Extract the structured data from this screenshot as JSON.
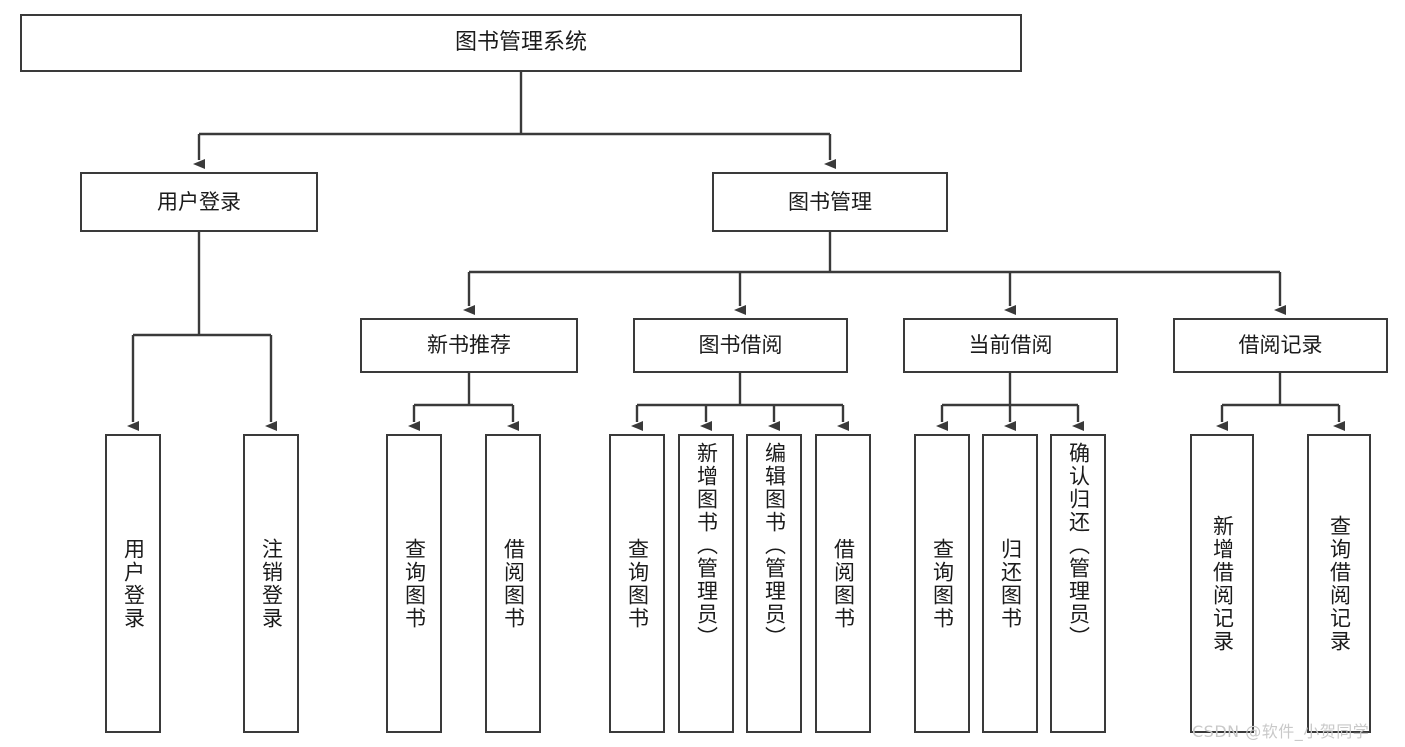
{
  "diagram": {
    "type": "tree",
    "title": "图书管理系统",
    "root": {
      "label": "图书管理系统"
    },
    "level2": [
      {
        "label": "用户登录"
      },
      {
        "label": "图书管理"
      }
    ],
    "level3": [
      {
        "label": "新书推荐"
      },
      {
        "label": "图书借阅"
      },
      {
        "label": "当前借阅"
      },
      {
        "label": "借阅记录"
      }
    ],
    "leaves": {
      "user_login": [
        {
          "label": "用户登录"
        },
        {
          "label": "注销登录"
        }
      ],
      "new_book_recommend": [
        {
          "label": "查询图书"
        },
        {
          "label": "借阅图书"
        }
      ],
      "book_borrow": [
        {
          "label": "查询图书"
        },
        {
          "label": "新增图书（管理员）"
        },
        {
          "label": "编辑图书（管理员）"
        },
        {
          "label": "借阅图书"
        }
      ],
      "current_borrow": [
        {
          "label": "查询图书"
        },
        {
          "label": "归还图书"
        },
        {
          "label": "确认归还（管理员）"
        }
      ],
      "borrow_record": [
        {
          "label": "新增借阅记录"
        },
        {
          "label": "查询借阅记录"
        }
      ]
    }
  },
  "watermark": {
    "text": "CSDN @软件_小贺同学"
  },
  "colors": {
    "border": "#3a3a3a",
    "text": "#1b1b1b",
    "background": "#ffffff",
    "watermark": "#c9c9c9"
  }
}
